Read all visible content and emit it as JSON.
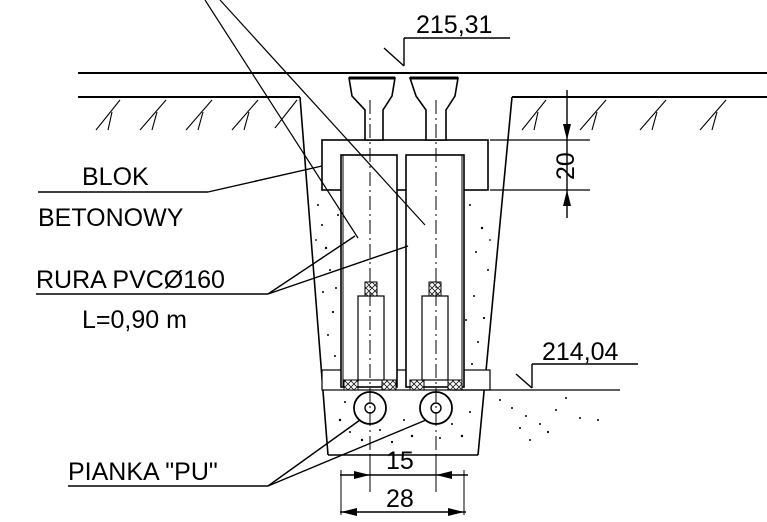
{
  "labels": {
    "elev_top": "215,31",
    "elev_bottom": "214,04",
    "dim_depth": "20",
    "block_line1": "BLOK",
    "block_line2": "BETONOWY",
    "pipe_line1": "RURA PVCØ160",
    "pipe_line2": "L=0,90 m",
    "foam": "PIANKA \"PU\"",
    "dim_inner": "15",
    "dim_outer": "28"
  },
  "colors": {
    "line": "#000000",
    "background": "#ffffff",
    "hatch_fill": "#444444"
  }
}
